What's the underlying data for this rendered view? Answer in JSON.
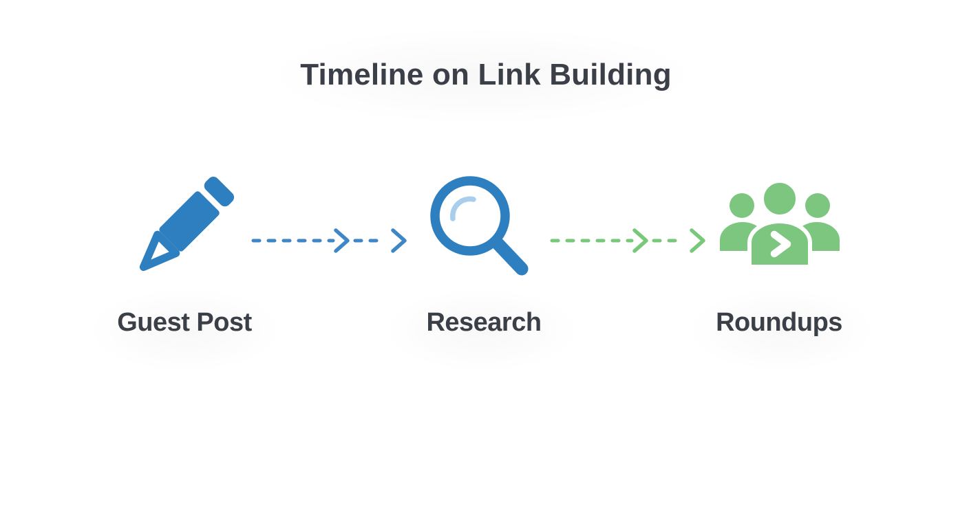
{
  "title": "Timeline on Link Building",
  "steps": [
    {
      "id": "guest-post",
      "label": "Guest Post",
      "icon": "pencil-icon",
      "accent": "#2e7fc0"
    },
    {
      "id": "research",
      "label": "Research",
      "icon": "magnifier-icon",
      "accent": "#2e7fc0"
    },
    {
      "id": "roundups",
      "label": "Roundups",
      "icon": "people-group-icon",
      "accent": "#7cc67f"
    }
  ],
  "connectors": [
    {
      "from": "Guest Post",
      "to": "Research",
      "type": "dashed-double-chevron-arrow",
      "color": "#3e86c5"
    },
    {
      "from": "Research",
      "to": "Roundups",
      "type": "dashed-double-chevron-arrow",
      "color": "#77c878"
    }
  ],
  "colors": {
    "background": "#ffffff",
    "text": "#3b3f48",
    "icon_blue": "#2e7fc0",
    "icon_blue_highlight": "#a9cdec",
    "icon_green": "#7cc67f",
    "arrow_blue": "#3e86c5",
    "arrow_green": "#77c878",
    "chevron_on_green": "#ffffff"
  }
}
